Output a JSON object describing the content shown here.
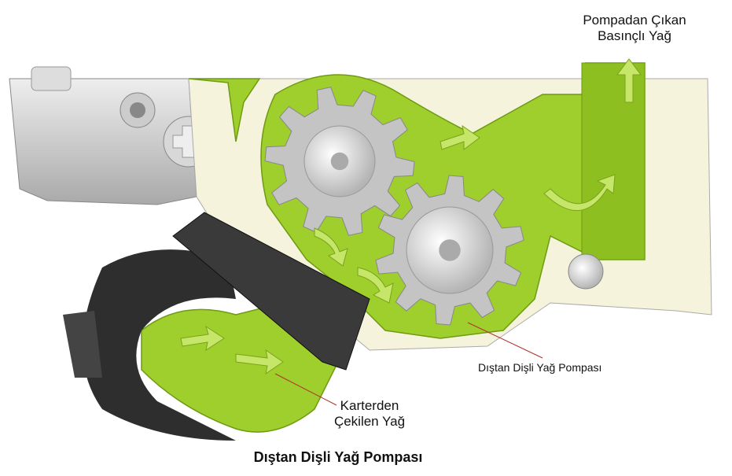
{
  "labels": {
    "outlet": "Pompadan Çıkan Basınçlı Yağ",
    "pump": "Dıştan Dişli Yağ Pompası",
    "intake": "Karterden Çekilen Yağ"
  },
  "caption": "Dıştan Dişli Yağ Pompası",
  "colors": {
    "oil": "#9fcf2c",
    "oil_dark": "#6f9a12",
    "housing": "#f6f3dc",
    "metal": "#c8c8c8",
    "hose": "#2e2e2e",
    "leader": "#b0302a"
  }
}
